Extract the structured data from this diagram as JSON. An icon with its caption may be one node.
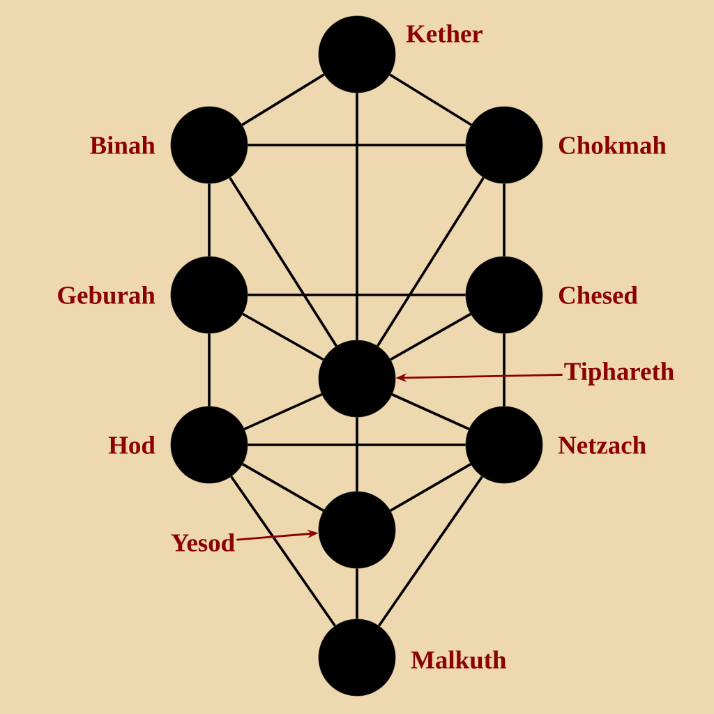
{
  "diagram": {
    "nodes": [
      {
        "text": [],
        "shape": "circle",
        "beside": [
          "Kether"
        ]
      },
      {
        "text": [],
        "shape": "circle",
        "beside": [
          "Binah"
        ]
      },
      {
        "text": [],
        "shape": "circle",
        "beside": [
          "Chokmah"
        ]
      },
      {
        "text": [],
        "shape": "circle",
        "beside": [
          "Geburah"
        ]
      },
      {
        "text": [],
        "shape": "circle",
        "beside": [
          "Chesed"
        ]
      },
      {
        "text": [],
        "shape": "circle"
      },
      {
        "text": [],
        "shape": "circle",
        "beside": [
          "Hod"
        ]
      },
      {
        "text": [],
        "shape": "circle",
        "beside": [
          "Netzach"
        ]
      },
      {
        "text": [],
        "shape": "circle"
      },
      {
        "text": [],
        "shape": "circle",
        "beside": [
          "Malkuth"
        ]
      },
      {
        "text": [
          "Tiphareth"
        ]
      },
      {
        "text": [
          "Yesod"
        ]
      }
    ],
    "edges": [
      {
        "from": 0,
        "to": 1,
        "arrow": "none"
      },
      {
        "from": 0,
        "to": 2,
        "arrow": "none"
      },
      {
        "from": 0,
        "to": 5,
        "arrow": "none"
      },
      {
        "from": 1,
        "to": 2,
        "arrow": "none"
      },
      {
        "from": 1,
        "to": 3,
        "arrow": "none"
      },
      {
        "from": 1,
        "to": 5,
        "arrow": "none"
      },
      {
        "from": 2,
        "to": 4,
        "arrow": "none"
      },
      {
        "from": 2,
        "to": 5,
        "arrow": "none"
      },
      {
        "from": 3,
        "to": 4,
        "arrow": "none"
      },
      {
        "from": 3,
        "to": 5,
        "arrow": "none"
      },
      {
        "from": 3,
        "to": 6,
        "arrow": "none"
      },
      {
        "from": 4,
        "to": 5,
        "arrow": "none"
      },
      {
        "from": 4,
        "to": 7,
        "arrow": "none"
      },
      {
        "from": 5,
        "to": 6,
        "arrow": "none"
      },
      {
        "from": 5,
        "to": 7,
        "arrow": "none"
      },
      {
        "from": 5,
        "to": 8,
        "arrow": "none"
      },
      {
        "from": 6,
        "to": 7,
        "arrow": "none"
      },
      {
        "from": 6,
        "to": 8,
        "arrow": "none"
      },
      {
        "from": 6,
        "to": 9,
        "arrow": "none"
      },
      {
        "from": 7,
        "to": 8,
        "arrow": "none"
      },
      {
        "from": 7,
        "to": 9,
        "arrow": "none"
      },
      {
        "from": 8,
        "to": 9,
        "arrow": "none"
      },
      {
        "from": 10,
        "to": 5,
        "arrow": "to",
        "color": "#8b0000"
      },
      {
        "from": 11,
        "to": 8,
        "arrow": "to",
        "color": "#8b0000"
      }
    ]
  }
}
